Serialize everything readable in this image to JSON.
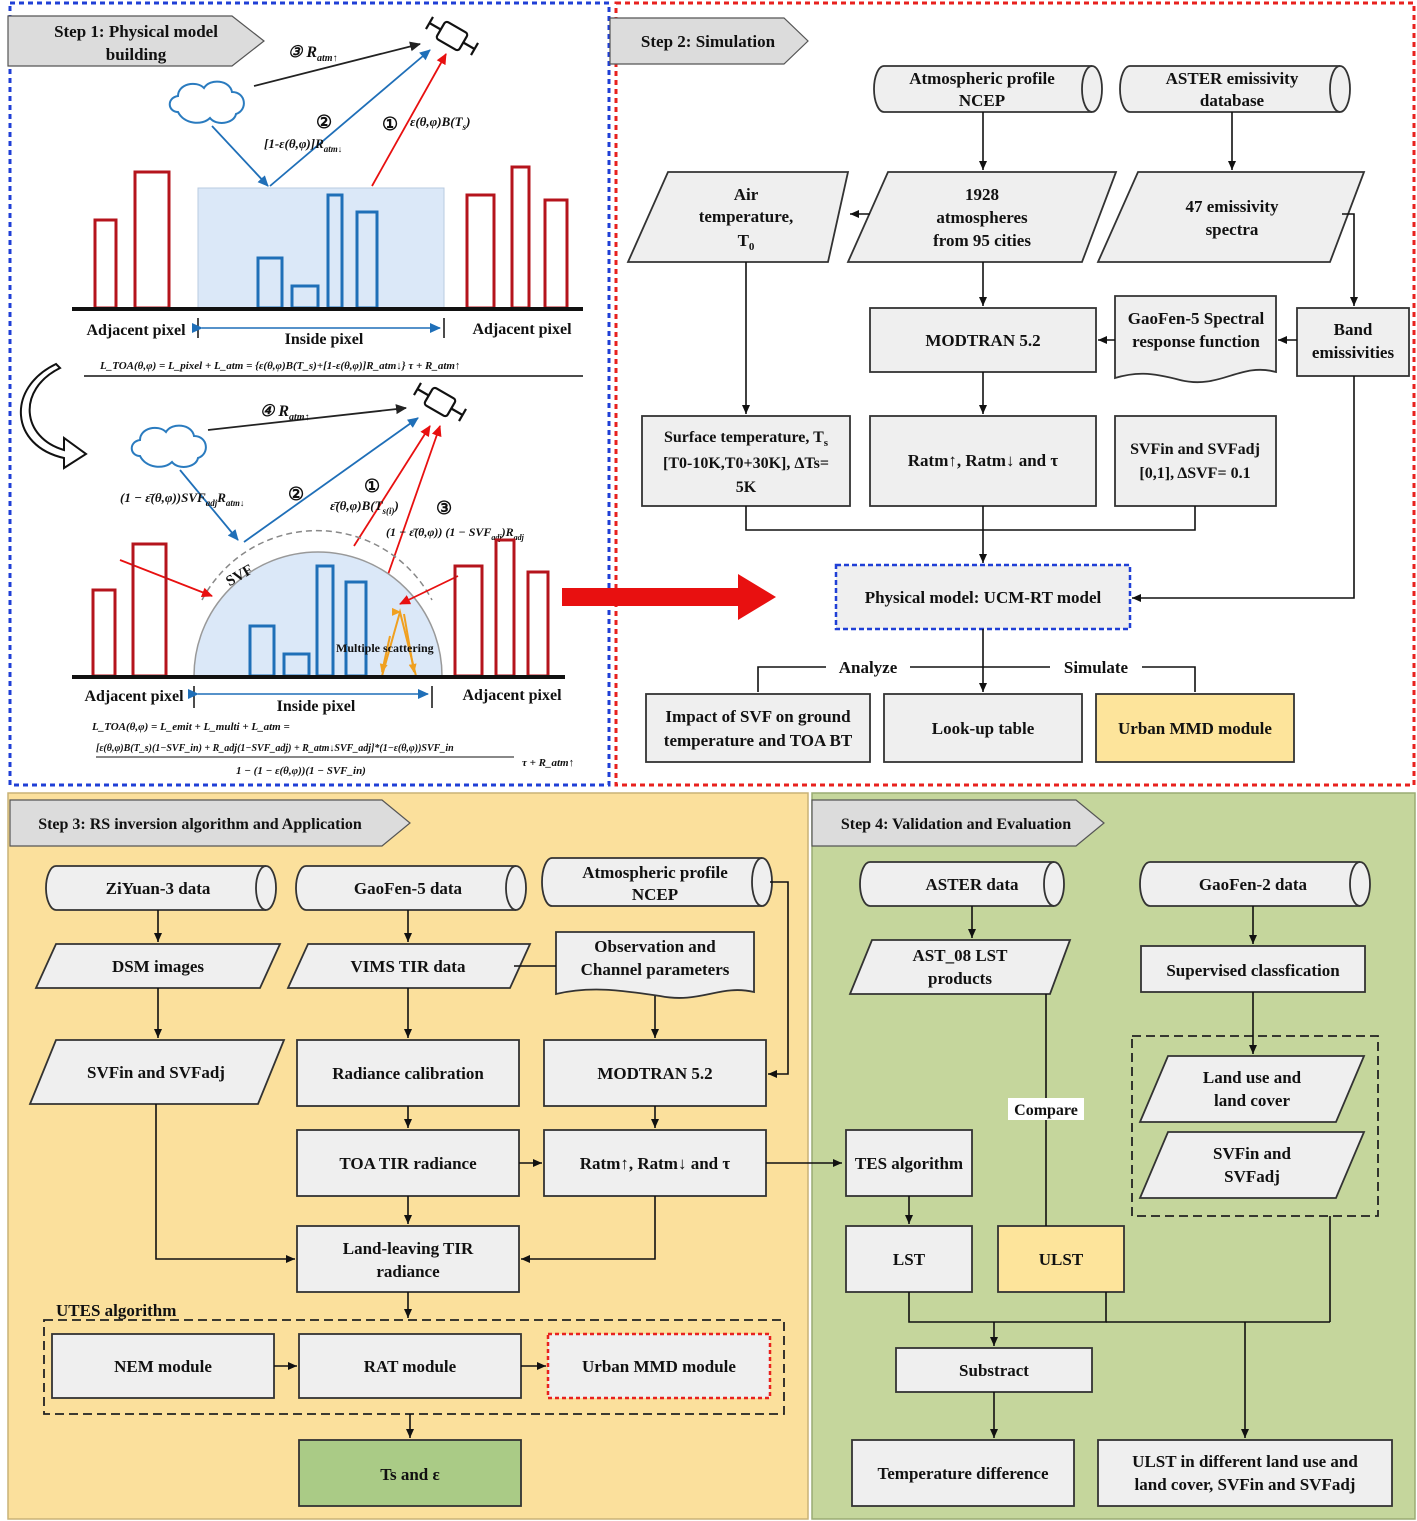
{
  "colors": {
    "step1_border": "#1f3fd6",
    "step2_border": "#e8211e",
    "step3_bg": "#fbe09c",
    "step4_bg": "#c5d69c",
    "box_fill": "#efefef",
    "yellow_box": "#fde49b",
    "green_box": "#aacb86",
    "bar_red": "#b5141c",
    "bar_blue": "#1f6fb8",
    "arrow_red": "#e81010",
    "inside_pixel_fill": "#dbe8f8"
  },
  "step1": {
    "title_line1": "Step 1: Physical model",
    "title_line2": "building",
    "top": {
      "label_r_up": "③ R",
      "label_r_up_sub": "atm↑",
      "label_down": "[1-ε(θ,φ)]R",
      "label_down_sub": "atm↓",
      "label_down_num": "②",
      "label_emit": "ε(θ,φ)B(T",
      "label_emit_sub": "s",
      "label_emit_num": "①",
      "adjacent_left": "Adjacent pixel",
      "inside": "Inside pixel",
      "adjacent_right": "Adjacent pixel",
      "equation": "L_TOA(θ,φ) = L_pixel + L_atm = {ε(θ,φ)B(T_s)+[1-ε(θ,φ)]R_atm↓} τ + R_atm↑"
    },
    "bottom": {
      "label_r_up": "④ R",
      "label_r_up_sub": "atm↑",
      "label_down": "(1 − ε̄(θ,φ))SVF",
      "label_down_sub": "adj",
      "label_down_tail": "R",
      "label_down_tail_sub": "atm↓",
      "label_down_num": "②",
      "label_emit_num": "①",
      "label_emit": "ε̄(θ,φ)B(T",
      "label_emit_sub": "s(i)",
      "label_adj_num": "③",
      "label_adj": "(1 − ε̄(θ,φ)) (1 − SVF",
      "label_adj_sub": "adj",
      "label_adj_tail": ")R",
      "label_adj_tail_sub": "adj",
      "svf": "SVF",
      "multiple": "Multiple  scattering",
      "adjacent_left": "Adjacent pixel",
      "inside": "Inside pixel",
      "adjacent_right": "Adjacent pixel",
      "equation_l1": "L_TOA(θ,φ) = L_emit + L_multi + L_atm =",
      "equation_num": "[ε(θ,φ)B(T_s)(1−SVF_in) + R_adj(1−SVF_adj) + R_atm↓SVF_adj]*(1−ε(θ,φ))SVF_in",
      "equation_den": "1 − (1 − ε(θ,φ))(1 − SVF_in)",
      "equation_tail": "τ + R_atm↑"
    }
  },
  "step2": {
    "title": "Step 2: Simulation",
    "atm_profile": [
      "Atmospheric profile",
      "NCEP"
    ],
    "aster_db": [
      "ASTER emissivity",
      "database"
    ],
    "air_temp": [
      "Air",
      "temperature,",
      "T"
    ],
    "air_temp_sub": "0",
    "atmospheres": [
      "1928",
      "atmospheres",
      "from 95 cities"
    ],
    "emis_spectra": [
      "47 emissivity",
      "spectra"
    ],
    "modtran": "MODTRAN 5.2",
    "gaofen_srf": [
      "GaoFen-5 Spectral",
      "response function"
    ],
    "band_emis": [
      "Band",
      "emissivities"
    ],
    "surface_temp_l1": "Surface temperature, T",
    "surface_temp_l1_sub": "s",
    "surface_temp_l2": "[T0-10K,T0+30K], ΔTs=",
    "surface_temp_l3": "5K",
    "ratm": "Ratm↑, Ratm↓ and τ",
    "svf_range_l1": "SVFin and SVFadj",
    "svf_range_l2": "[0,1], ΔSVF= 0.1",
    "ucm_rt": "Physical model: UCM-RT model",
    "analyze": "Analyze",
    "simulate": "Simulate",
    "impact": [
      "Impact of SVF on ground",
      "temperature and TOA BT"
    ],
    "lookup": "Look-up table",
    "urban_mmd": "Urban MMD module"
  },
  "step3": {
    "title": "Step 3: RS inversion algorithm and Application",
    "ziyuan": "ZiYuan-3 data",
    "gaofen5": "GaoFen-5 data",
    "atm_profile": [
      "Atmospheric profile",
      "NCEP"
    ],
    "dsm": "DSM images",
    "vims": "VIMS TIR data",
    "obs": [
      "Observation and",
      "Channel parameters"
    ],
    "svf": "SVFin and SVFadj",
    "radiance_cal": "Radiance calibration",
    "modtran": "MODTRAN 5.2",
    "toa": "TOA TIR radiance",
    "ratm": "Ratm↑, Ratm↓ and τ",
    "land_leaving": [
      "Land-leaving TIR",
      "radiance"
    ],
    "utes": "UTES algorithm",
    "nem": "NEM module",
    "rat": "RAT module",
    "urban_mmd": "Urban MMD module",
    "ts_eps": "Ts and ε"
  },
  "step4": {
    "title": "Step 4: Validation and Evaluation",
    "aster": "ASTER data",
    "gaofen2": "GaoFen-2 data",
    "ast08": [
      "AST_08 LST",
      "products"
    ],
    "supervised": "Supervised classfication",
    "land_use": [
      "Land use and",
      "land cover"
    ],
    "svf": [
      "SVFin and",
      "SVFadj"
    ],
    "compare": "Compare",
    "tes": "TES algorithm",
    "lst": "LST",
    "ulst": "ULST",
    "substract": "Substract",
    "temp_diff": "Temperature difference",
    "ulst_diff": [
      "ULST in different land use and",
      "land cover, SVFin and SVFadj"
    ]
  }
}
